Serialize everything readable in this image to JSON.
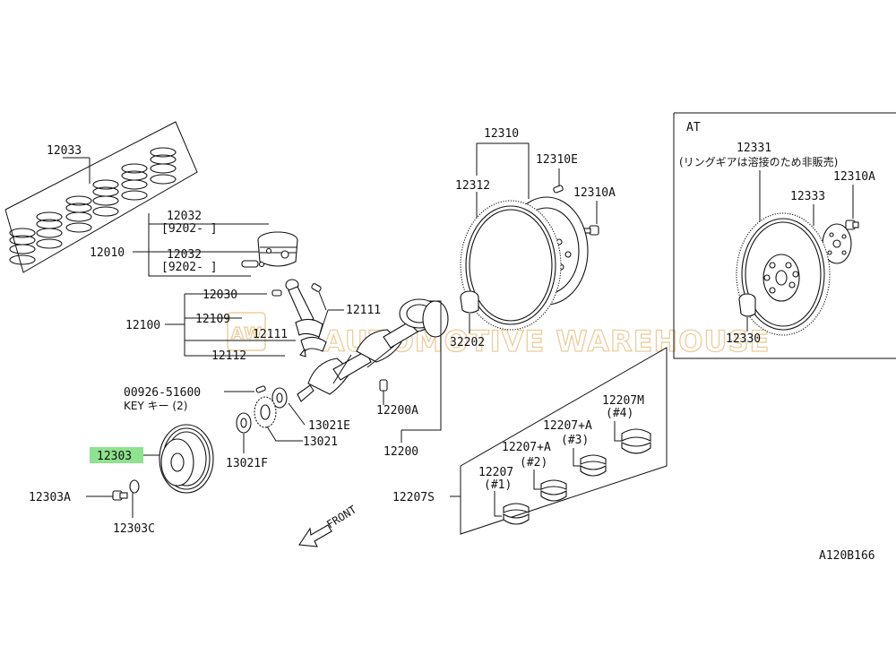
{
  "diagram": {
    "reference_code": "A120B166",
    "watermark": "AUTOMOTIVE WAREHOUSE",
    "highlight_color": "#8fe28f",
    "highlighted_part": "12303",
    "direction_label": "FRONT",
    "labels": {
      "p12033": "12033",
      "p12032a": "12032",
      "p12032a_sub": "[9202-  ]",
      "p12010": "12010",
      "p12032b": "12032",
      "p12032b_sub": "[9202-  ]",
      "p12030": "12030",
      "p12109": "12109",
      "p12111a": "12111",
      "p12111b": "12111",
      "p12100": "12100",
      "p12112": "12112",
      "p00926": "00926-51600",
      "p00926_sub": "KEY キー (2)",
      "p13021E": "13021E",
      "p13021": "13021",
      "p13021F": "13021F",
      "p12303": "12303",
      "p12303A": "12303A",
      "p12303C": "12303C",
      "p12200A": "12200A",
      "p12200": "12200",
      "p12310": "12310",
      "p12312": "12312",
      "p12310E": "12310E",
      "p12310A": "12310A",
      "p32202": "32202",
      "p12207S": "12207S",
      "p12207": "12207",
      "p12207_sub": "(#1)",
      "p12207A2": "12207+A",
      "p12207A2_sub": "(#2)",
      "p12207A3": "12207+A",
      "p12207A3_sub": "(#3)",
      "p12207M": "12207M",
      "p12207M_sub": "(#4)",
      "at_title": "AT",
      "p12331": "12331",
      "p12331_note": "(リングギアは溶接のため非販売)",
      "p12333": "12333",
      "p12310A_at": "12310A",
      "p12330": "12330"
    }
  }
}
